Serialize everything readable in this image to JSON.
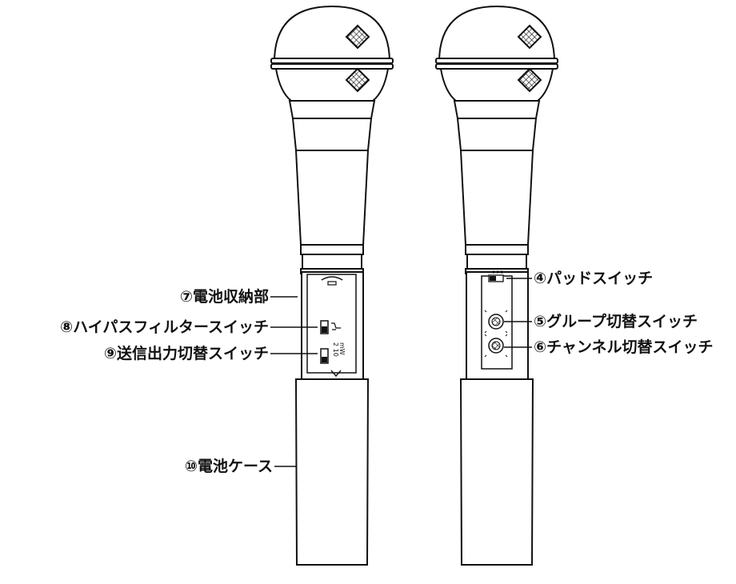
{
  "colors": {
    "line": "#111111",
    "fill": "#ffffff"
  },
  "labels_left": {
    "battery_compartment": "⑦電池収納部",
    "highpass_filter_switch": "⑧ハイパスフィルタースイッチ",
    "output_power_switch": "⑨送信出力切替スイッチ",
    "battery_case": "⑩電池ケース"
  },
  "labels_right": {
    "pad_switch": "④パッドスイッチ",
    "group_switch": "⑤グループ切替スイッチ",
    "channel_switch": "⑥チャンネル切替スイッチ"
  },
  "panel_text": {
    "mw_unit": "mW",
    "mw_values": "2 10"
  }
}
